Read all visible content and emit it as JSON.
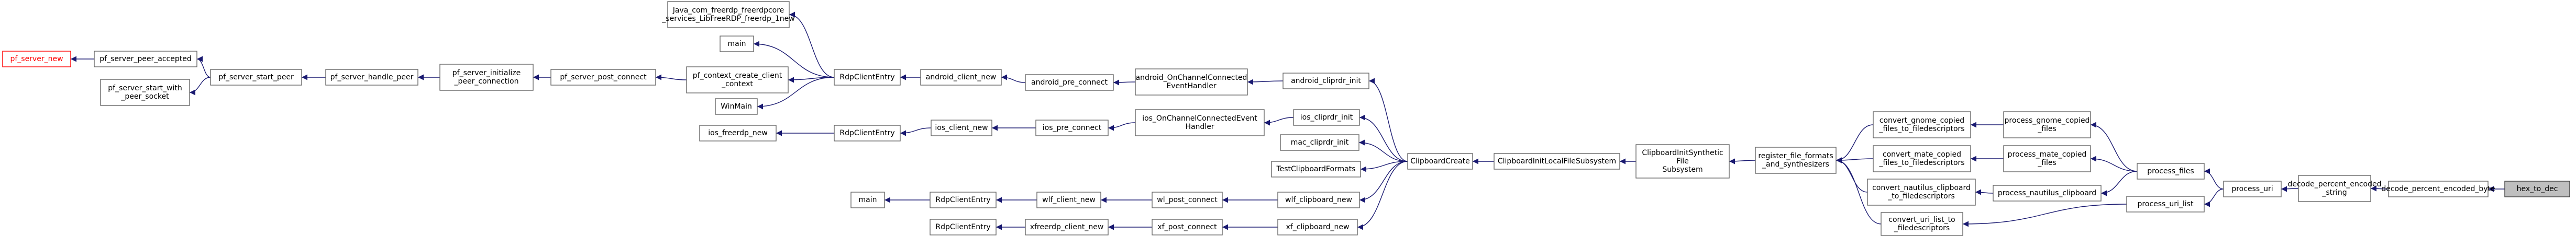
{
  "graph": {
    "direction": "right-to-left",
    "edge_color": "#191970",
    "root_fill": "#bfbfbf",
    "highlight_color": "#ff0000",
    "nodes": [
      {
        "id": "n0",
        "lines": [
          "hex_to_dec"
        ],
        "root": true
      },
      {
        "id": "n1",
        "lines": [
          "decode_percent_encoded_byte"
        ]
      },
      {
        "id": "n2",
        "lines": [
          "decode_percent_encoded",
          "_string"
        ]
      },
      {
        "id": "n3",
        "lines": [
          "process_uri"
        ]
      },
      {
        "id": "n4",
        "lines": [
          "process_files"
        ]
      },
      {
        "id": "n5",
        "lines": [
          "process_uri_list"
        ]
      },
      {
        "id": "n6",
        "lines": [
          "process_gnome_copied",
          "_files"
        ]
      },
      {
        "id": "n7",
        "lines": [
          "process_mate_copied",
          "_files"
        ]
      },
      {
        "id": "n8",
        "lines": [
          "process_nautilus_clipboard"
        ]
      },
      {
        "id": "n9",
        "lines": [
          "convert_gnome_copied",
          "_files_to_filedescriptors"
        ]
      },
      {
        "id": "n10",
        "lines": [
          "convert_mate_copied",
          "_files_to_filedescriptors"
        ]
      },
      {
        "id": "n11",
        "lines": [
          "convert_nautilus_clipboard",
          "_to_filedescriptors"
        ]
      },
      {
        "id": "n12",
        "lines": [
          "convert_uri_list_to",
          "_filedescriptors"
        ]
      },
      {
        "id": "n13",
        "lines": [
          "register_file_formats",
          "_and_synthesizers"
        ]
      },
      {
        "id": "n14",
        "lines": [
          "ClipboardInitSynthetic",
          "File",
          "Subsystem"
        ]
      },
      {
        "id": "n15",
        "lines": [
          "ClipboardInitLocalFileSubsystem"
        ]
      },
      {
        "id": "n16",
        "lines": [
          "ClipboardCreate"
        ]
      },
      {
        "id": "n17",
        "lines": [
          "android_cliprdr_init"
        ]
      },
      {
        "id": "n18",
        "lines": [
          "ios_cliprdr_init"
        ]
      },
      {
        "id": "n19",
        "lines": [
          "mac_cliprdr_init"
        ]
      },
      {
        "id": "n20",
        "lines": [
          "TestClipboardFormats"
        ]
      },
      {
        "id": "n21",
        "lines": [
          "wlf_clipboard_new"
        ]
      },
      {
        "id": "n22",
        "lines": [
          "xf_clipboard_new"
        ]
      },
      {
        "id": "n23",
        "lines": [
          "android_OnChannelConnected",
          "EventHandler"
        ]
      },
      {
        "id": "n24",
        "lines": [
          "android_pre_connect"
        ]
      },
      {
        "id": "n25",
        "lines": [
          "android_client_new"
        ]
      },
      {
        "id": "n26",
        "lines": [
          "RdpClientEntry"
        ]
      },
      {
        "id": "n27",
        "lines": [
          "Java_com_freerdp_freerdpcore",
          "_services_LibFreeRDP_freerdp_1new"
        ]
      },
      {
        "id": "n28",
        "lines": [
          "main"
        ]
      },
      {
        "id": "n29",
        "lines": [
          "pf_context_create_client",
          "_context"
        ]
      },
      {
        "id": "n30",
        "lines": [
          "WinMain"
        ]
      },
      {
        "id": "n31",
        "lines": [
          "pf_server_post_connect"
        ]
      },
      {
        "id": "n32",
        "lines": [
          "pf_server_initialize",
          "_peer_connection"
        ]
      },
      {
        "id": "n33",
        "lines": [
          "pf_server_handle_peer"
        ]
      },
      {
        "id": "n34",
        "lines": [
          "pf_server_start_peer"
        ]
      },
      {
        "id": "n35",
        "lines": [
          "pf_server_peer_accepted"
        ]
      },
      {
        "id": "n36",
        "lines": [
          "pf_server_start_with",
          "_peer_socket"
        ]
      },
      {
        "id": "n37",
        "lines": [
          "pf_server_new"
        ],
        "highlight": true
      },
      {
        "id": "n38",
        "lines": [
          "ios_OnChannelConnectedEvent",
          "Handler"
        ]
      },
      {
        "id": "n39",
        "lines": [
          "ios_pre_connect"
        ]
      },
      {
        "id": "n40",
        "lines": [
          "ios_client_new"
        ]
      },
      {
        "id": "n41",
        "lines": [
          "RdpClientEntry"
        ]
      },
      {
        "id": "n42",
        "lines": [
          "ios_freerdp_new"
        ]
      },
      {
        "id": "n43",
        "lines": [
          "wl_post_connect"
        ]
      },
      {
        "id": "n44",
        "lines": [
          "wlf_client_new"
        ]
      },
      {
        "id": "n45",
        "lines": [
          "RdpClientEntry"
        ]
      },
      {
        "id": "n46",
        "lines": [
          "main"
        ]
      },
      {
        "id": "n47",
        "lines": [
          "xf_post_connect"
        ]
      },
      {
        "id": "n48",
        "lines": [
          "xfreerdp_client_new"
        ]
      },
      {
        "id": "n49",
        "lines": [
          "RdpClientEntry"
        ]
      }
    ],
    "edges": [
      [
        "n1",
        "n0"
      ],
      [
        "n2",
        "n1"
      ],
      [
        "n3",
        "n2"
      ],
      [
        "n4",
        "n3"
      ],
      [
        "n5",
        "n3"
      ],
      [
        "n6",
        "n4"
      ],
      [
        "n7",
        "n4"
      ],
      [
        "n8",
        "n4"
      ],
      [
        "n11",
        "n8"
      ],
      [
        "n9",
        "n6"
      ],
      [
        "n10",
        "n7"
      ],
      [
        "n12",
        "n5"
      ],
      [
        "n13",
        "n9"
      ],
      [
        "n13",
        "n10"
      ],
      [
        "n13",
        "n11"
      ],
      [
        "n13",
        "n12"
      ],
      [
        "n14",
        "n13"
      ],
      [
        "n15",
        "n14"
      ],
      [
        "n16",
        "n15"
      ],
      [
        "n17",
        "n16"
      ],
      [
        "n18",
        "n16"
      ],
      [
        "n19",
        "n16"
      ],
      [
        "n20",
        "n16"
      ],
      [
        "n21",
        "n16"
      ],
      [
        "n22",
        "n16"
      ],
      [
        "n23",
        "n17"
      ],
      [
        "n24",
        "n23"
      ],
      [
        "n25",
        "n24"
      ],
      [
        "n26",
        "n25"
      ],
      [
        "n27",
        "n26"
      ],
      [
        "n28",
        "n26"
      ],
      [
        "n29",
        "n26"
      ],
      [
        "n30",
        "n26"
      ],
      [
        "n31",
        "n29"
      ],
      [
        "n32",
        "n31"
      ],
      [
        "n33",
        "n32"
      ],
      [
        "n34",
        "n33"
      ],
      [
        "n35",
        "n34"
      ],
      [
        "n36",
        "n34"
      ],
      [
        "n37",
        "n35"
      ],
      [
        "n38",
        "n18"
      ],
      [
        "n39",
        "n38"
      ],
      [
        "n40",
        "n39"
      ],
      [
        "n41",
        "n40"
      ],
      [
        "n42",
        "n41"
      ],
      [
        "n43",
        "n21"
      ],
      [
        "n44",
        "n43"
      ],
      [
        "n45",
        "n44"
      ],
      [
        "n46",
        "n45"
      ],
      [
        "n47",
        "n22"
      ],
      [
        "n48",
        "n47"
      ],
      [
        "n49",
        "n48"
      ]
    ]
  }
}
